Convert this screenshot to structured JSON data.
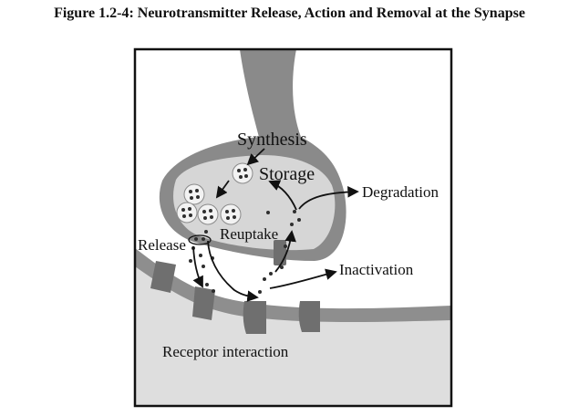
{
  "figure": {
    "title": "Figure 1.2-4: Neurotransmitter Release, Action and Removal at the Synapse"
  },
  "labels": {
    "synthesis": "Synthesis",
    "storage": "Storage",
    "degradation": "Degradation",
    "reuptake": "Reuptake",
    "release": "Release",
    "inactivation": "Inactivation",
    "receptor_interaction": "Receptor interaction"
  },
  "colors": {
    "frame": "#111111",
    "background": "#ffffff",
    "axon": "#8a8a8a",
    "terminal_interior": "#d6d6d6",
    "postsynaptic": "#dedede",
    "membrane_band": "#8e8e8e",
    "receptor": "#6f6f6f",
    "vesicle": "#f2f2f2",
    "molecule": "#2e2e2e"
  }
}
